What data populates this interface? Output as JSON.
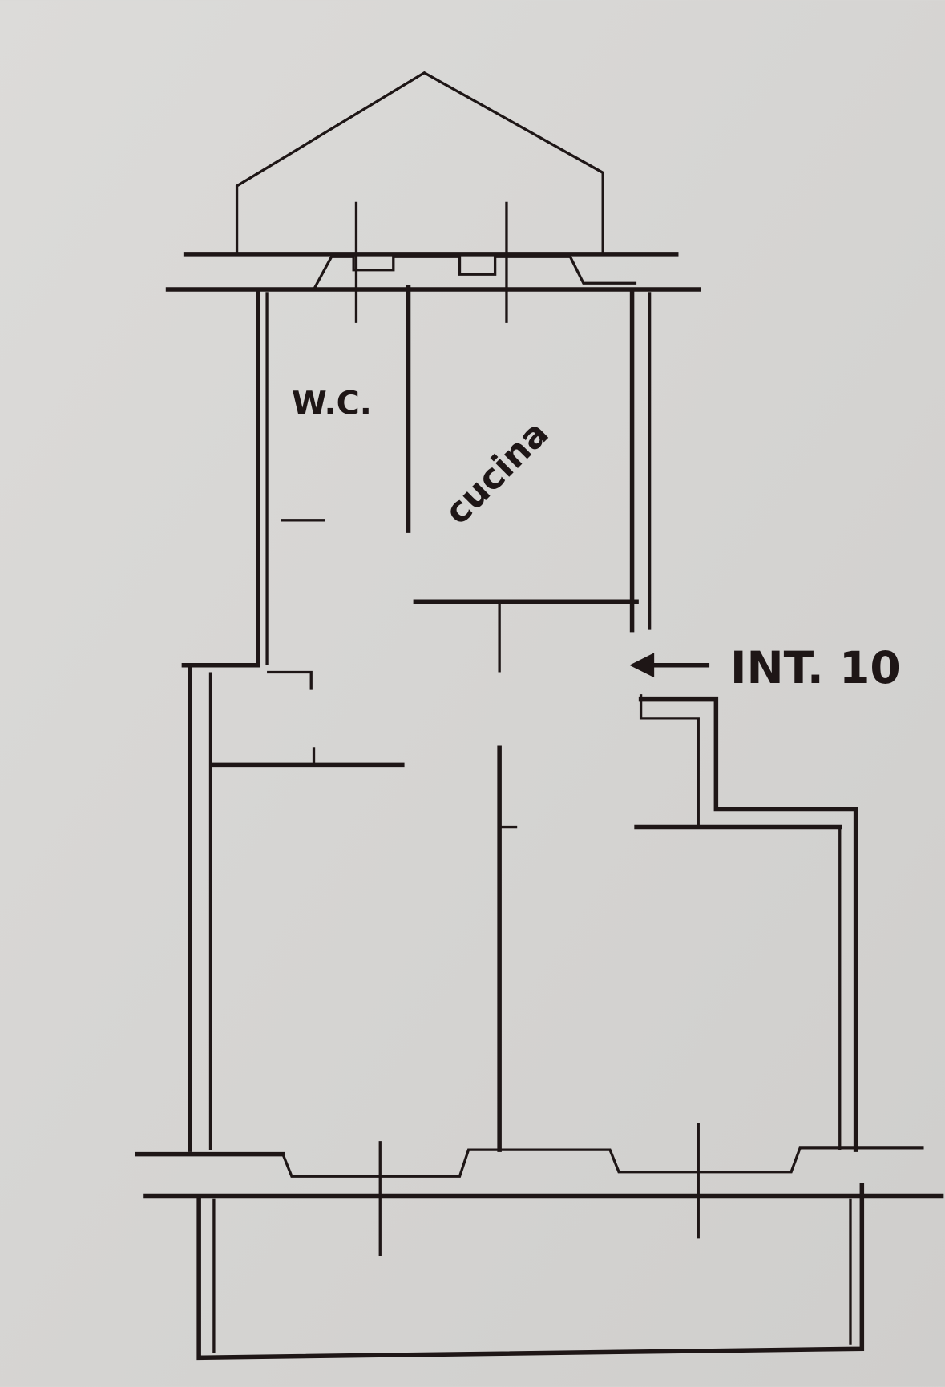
{
  "plan": {
    "rooms": [
      {
        "label": "W.C."
      },
      {
        "label": "cucina"
      }
    ],
    "entrance_label": "INT. 10",
    "ink_color": "#1e1616",
    "paper_color": "#d9d8d6"
  }
}
